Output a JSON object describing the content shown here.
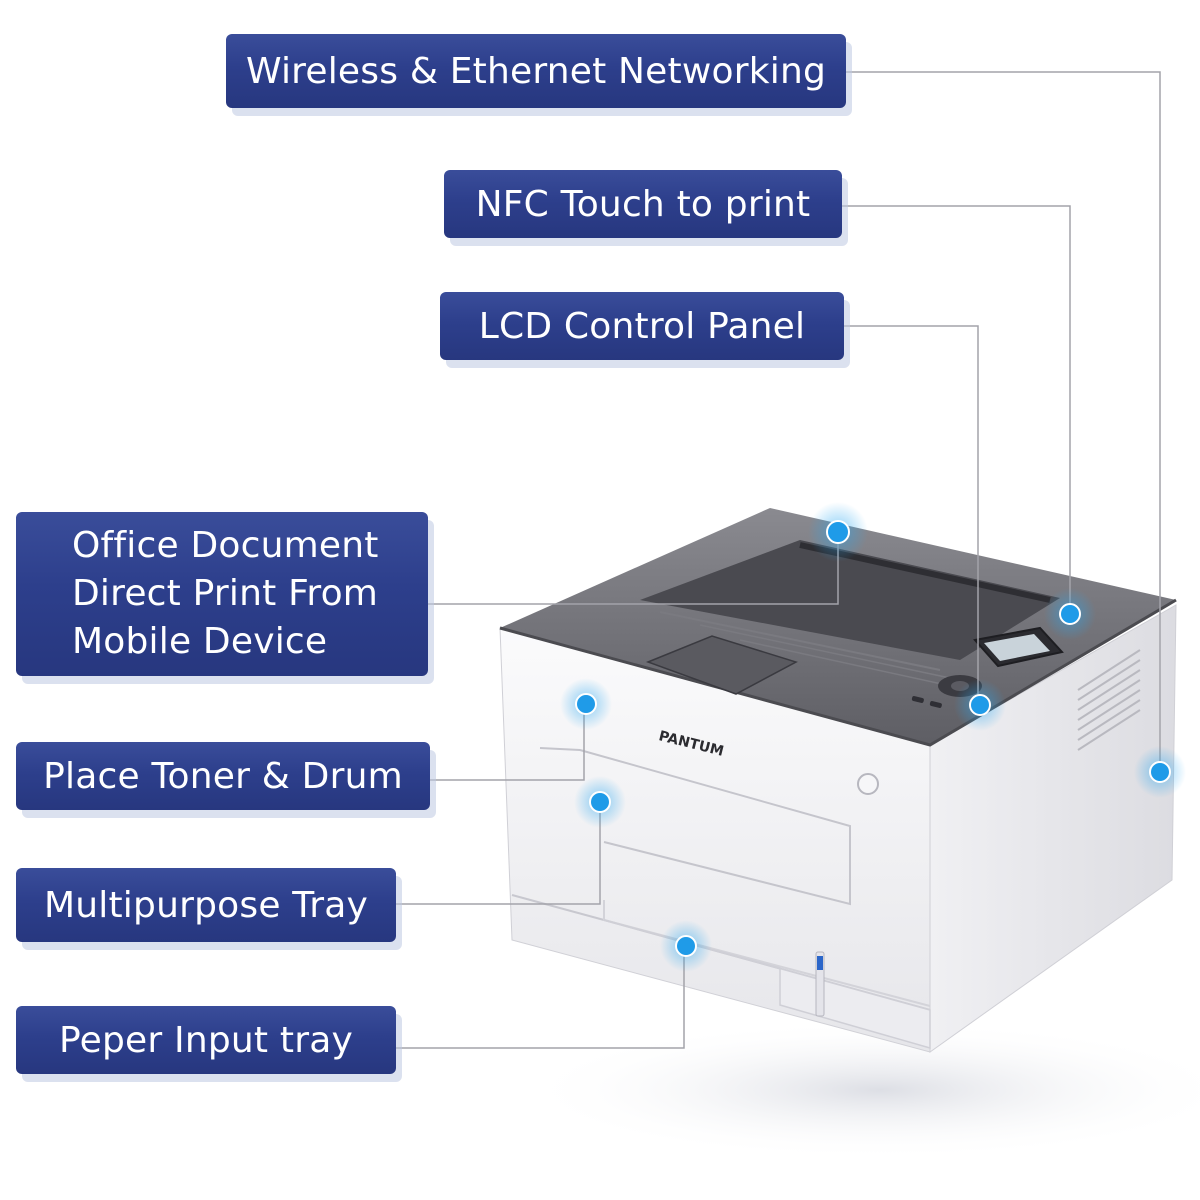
{
  "callouts": {
    "wireless": "Wireless & Ethernet Networking",
    "nfc": "NFC Touch to print",
    "lcd": "LCD Control Panel",
    "office": [
      "Office Document",
      "Direct Print From",
      "Mobile Device"
    ],
    "toner": "Place Toner & Drum",
    "multipurpose": "Multipurpose Tray",
    "paper": "Peper Input tray"
  },
  "printer": {
    "brand": "PANTUM"
  },
  "colors": {
    "label_bg": "#2d3f8c",
    "label_text": "#ffffff",
    "leader_line": "#9a9aa0",
    "hotspot": "#2aa7f0",
    "printer_top": "#6e6e73",
    "printer_body": "#f2f2f4"
  }
}
